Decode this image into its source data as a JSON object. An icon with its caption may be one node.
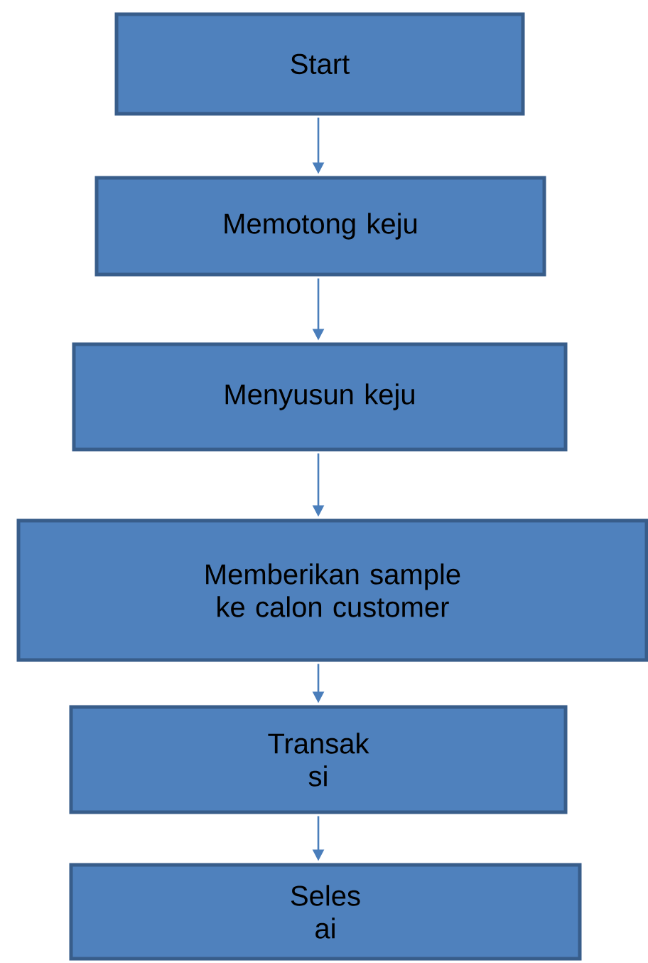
{
  "diagram": {
    "nodes": [
      {
        "text": [
          "Start"
        ]
      },
      {
        "text": [
          "Memotong keju"
        ]
      },
      {
        "text": [
          "Menyusun keju"
        ]
      },
      {
        "text": [
          "Memberikan sample ke calon customer"
        ]
      },
      {
        "text": [
          "Transak si"
        ]
      },
      {
        "text": [
          "Seles ai"
        ]
      }
    ],
    "edges": [
      {
        "from": 0,
        "to": 1,
        "arrow": "to"
      },
      {
        "from": 1,
        "to": 2,
        "arrow": "to"
      },
      {
        "from": 2,
        "to": 3,
        "arrow": "to"
      },
      {
        "from": 3,
        "to": 4,
        "arrow": "to"
      },
      {
        "from": 4,
        "to": 5,
        "arrow": "to"
      }
    ]
  }
}
